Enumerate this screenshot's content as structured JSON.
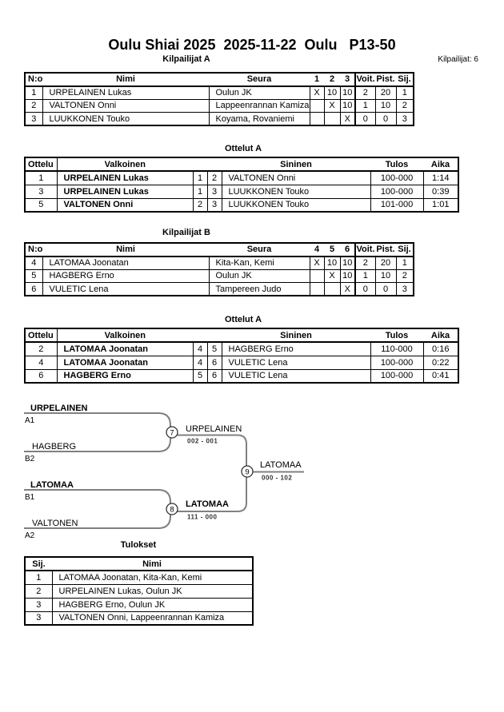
{
  "page": {
    "title": "Oulu Shiai 2025  2025-11-22  Oulu   P13-50",
    "competitors_note": "Kilpailijat: 6"
  },
  "sections": {
    "pool_a_title": "Kilpailijat A",
    "matches_a_title": "Ottelut A",
    "pool_b_title": "Kilpailijat B",
    "matches_b_title": "Ottelut A",
    "results_title": "Tulokset"
  },
  "pool_table_headers": {
    "no": "N:o",
    "name": "Nimi",
    "club": "Seura",
    "wins": "Voit.",
    "points": "Pist.",
    "place": "Sij."
  },
  "pool_a": {
    "round_cols": [
      "1",
      "2",
      "3"
    ],
    "rows": [
      {
        "no": "1",
        "name": "URPELAINEN Lukas",
        "club": "Oulun JK",
        "r1": "X",
        "r2": "10",
        "r3": "10",
        "wins": "2",
        "points": "20",
        "place": "1"
      },
      {
        "no": "2",
        "name": "VALTONEN Onni",
        "club": "Lappeenrannan Kamiza",
        "r1": "",
        "r2": "X",
        "r3": "10",
        "wins": "1",
        "points": "10",
        "place": "2"
      },
      {
        "no": "3",
        "name": "LUUKKONEN Touko",
        "club": "Koyama, Rovaniemi",
        "r1": "",
        "r2": "",
        "r3": "X",
        "wins": "0",
        "points": "0",
        "place": "3"
      }
    ]
  },
  "pool_b": {
    "round_cols": [
      "4",
      "5",
      "6"
    ],
    "rows": [
      {
        "no": "4",
        "name": "LATOMAA Joonatan",
        "club": "Kita-Kan, Kemi",
        "r1": "X",
        "r2": "10",
        "r3": "10",
        "wins": "2",
        "points": "20",
        "place": "1"
      },
      {
        "no": "5",
        "name": "HAGBERG Erno",
        "club": "Oulun JK",
        "r1": "",
        "r2": "X",
        "r3": "10",
        "wins": "1",
        "points": "10",
        "place": "2"
      },
      {
        "no": "6",
        "name": "VULETIC Lena",
        "club": "Tampereen Judo",
        "r1": "",
        "r2": "",
        "r3": "X",
        "wins": "0",
        "points": "0",
        "place": "3"
      }
    ]
  },
  "match_table_headers": {
    "match": "Ottelu",
    "white": "Valkoinen",
    "blue": "Sininen",
    "result": "Tulos",
    "time": "Aika"
  },
  "matches_a": {
    "rows": [
      {
        "no": "1",
        "white": "URPELAINEN Lukas",
        "wn": "1",
        "bn": "2",
        "blue": "VALTONEN Onni",
        "result": "100-000",
        "time": "1:14"
      },
      {
        "no": "3",
        "white": "URPELAINEN Lukas",
        "wn": "1",
        "bn": "3",
        "blue": "LUUKKONEN Touko",
        "result": "100-000",
        "time": "0:39"
      },
      {
        "no": "5",
        "white": "VALTONEN Onni",
        "wn": "2",
        "bn": "3",
        "blue": "LUUKKONEN Touko",
        "result": "101-000",
        "time": "1:01"
      }
    ]
  },
  "matches_b": {
    "rows": [
      {
        "no": "2",
        "white": "LATOMAA Joonatan",
        "wn": "4",
        "bn": "5",
        "blue": "HAGBERG Erno",
        "result": "110-000",
        "time": "0:16"
      },
      {
        "no": "4",
        "white": "LATOMAA Joonatan",
        "wn": "4",
        "bn": "6",
        "blue": "VULETIC Lena",
        "result": "100-000",
        "time": "0:22"
      },
      {
        "no": "6",
        "white": "HAGBERG Erno",
        "wn": "5",
        "bn": "6",
        "blue": "VULETIC Lena",
        "result": "100-000",
        "time": "0:41"
      }
    ]
  },
  "bracket": {
    "seed1": {
      "name": "URPELAINEN",
      "tag": "A1"
    },
    "seed2": {
      "name": "HAGBERG",
      "tag": "B2"
    },
    "seed3": {
      "name": "LATOMAA",
      "tag": "B1"
    },
    "seed4": {
      "name": "VALTONEN",
      "tag": "A2"
    },
    "match7": {
      "num": "7",
      "winner": "URPELAINEN",
      "score": "002 - 001"
    },
    "match8": {
      "num": "8",
      "winner": "LATOMAA",
      "score": "111 - 000"
    },
    "match9": {
      "num": "9",
      "winner": "LATOMAA",
      "score": "000 - 102"
    }
  },
  "results": {
    "headers": {
      "place": "Sij.",
      "name": "Nimi"
    },
    "rows": [
      {
        "place": "1",
        "name": "LATOMAA Joonatan, Kita-Kan, Kemi"
      },
      {
        "place": "2",
        "name": "URPELAINEN Lukas, Oulun JK"
      },
      {
        "place": "3",
        "name": "HAGBERG Erno, Oulun JK"
      },
      {
        "place": "3",
        "name": "VALTONEN Onni, Lappeenrannan Kamiza"
      }
    ]
  },
  "colors": {
    "border": "#000000",
    "bracket_line": "#808080",
    "text": "#000000"
  }
}
